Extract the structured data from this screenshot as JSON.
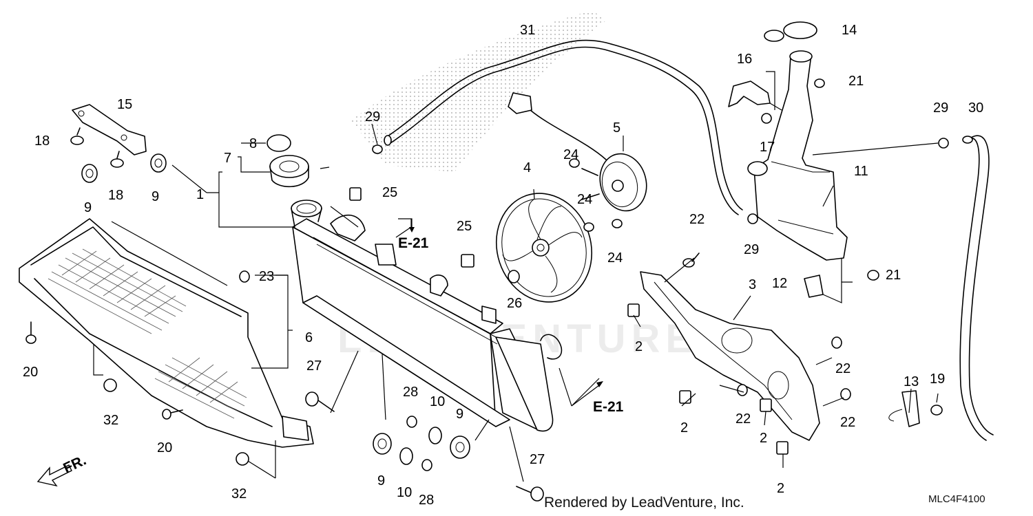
{
  "labels": {
    "l1": "1",
    "l2a": "2",
    "l2b": "2",
    "l2c": "2",
    "l2d": "2",
    "l3": "3",
    "l4": "4",
    "l5": "5",
    "l6": "6",
    "l7": "7",
    "l8": "8",
    "l9a": "9",
    "l9b": "9",
    "l9c": "9",
    "l9d": "9",
    "l10a": "10",
    "l10b": "10",
    "l11": "11",
    "l12": "12",
    "l13": "13",
    "l14": "14",
    "l15": "15",
    "l16": "16",
    "l17": "17",
    "l18a": "18",
    "l18b": "18",
    "l19": "19",
    "l20a": "20",
    "l20b": "20",
    "l21a": "21",
    "l21b": "21",
    "l22a": "22",
    "l22b": "22",
    "l22c": "22",
    "l22d": "22",
    "l23": "23",
    "l24a": "24",
    "l24b": "24",
    "l24c": "24",
    "l25a": "25",
    "l25b": "25",
    "l26": "26",
    "l27a": "27",
    "l27b": "27",
    "l28a": "28",
    "l28b": "28",
    "l29a": "29",
    "l29b": "29",
    "l29c": "29",
    "l30": "30",
    "l31": "31",
    "l32a": "32",
    "l32b": "32"
  },
  "refs": {
    "e21_top": "E-21",
    "e21_bottom": "E-21"
  },
  "front_marker": "FR.",
  "watermark": "LEADVENTURE",
  "credit": "Rendered by LeadVenture, Inc.",
  "diagram_code": "MLC4F4100"
}
